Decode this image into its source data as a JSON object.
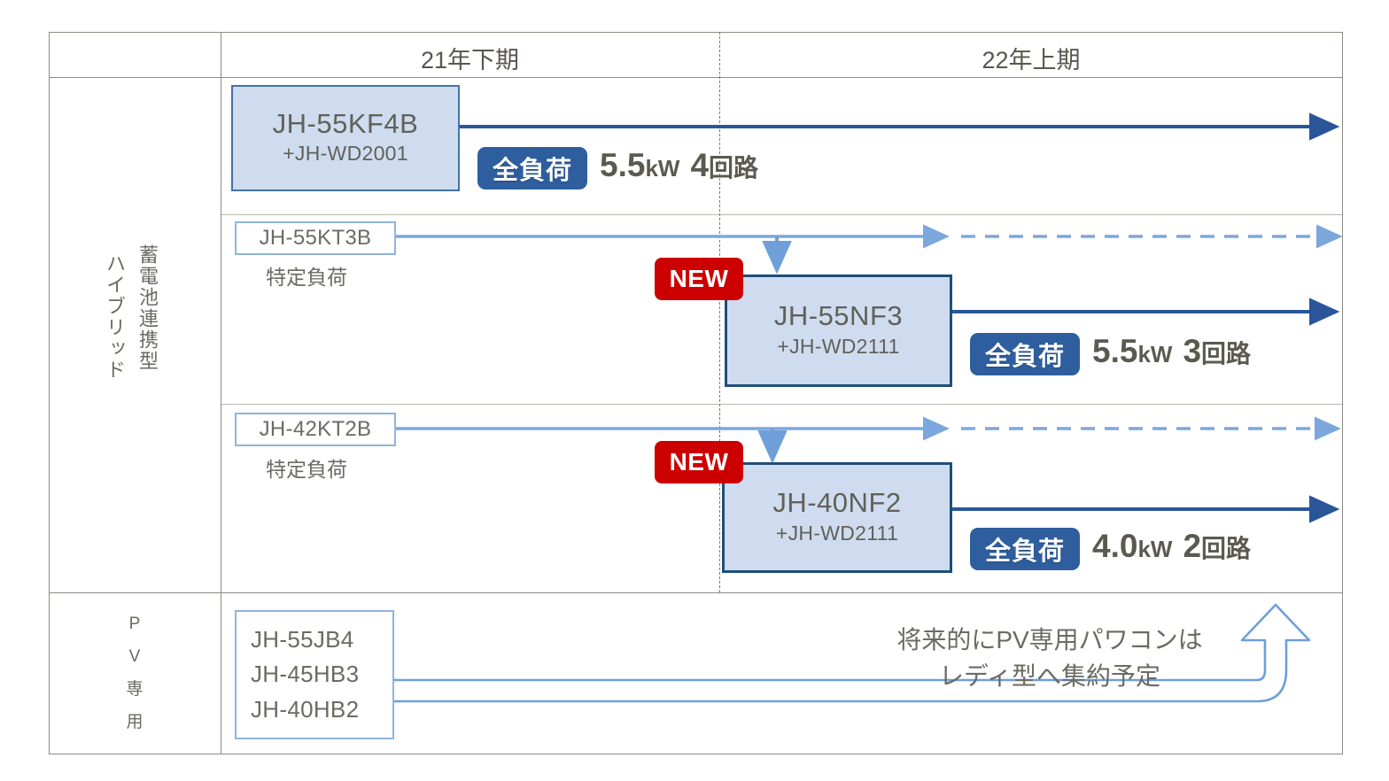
{
  "header": {
    "periods": [
      {
        "label": "21年下期"
      },
      {
        "label": "22年上期"
      }
    ]
  },
  "categories": [
    {
      "id": "hybrid",
      "label_right": "蓄電池連携型",
      "label_left": "ハイブリッド"
    },
    {
      "id": "pv",
      "label": "PV専用",
      "chars": [
        "P",
        "V",
        "専",
        "用"
      ]
    }
  ],
  "rows": [
    {
      "id": "row-55kf4b",
      "product": {
        "model": "JH-55KF4B",
        "sub_model": "+JH-WD2001"
      },
      "spec": {
        "load_badge": "全負荷",
        "power": "5.5",
        "power_unit": "kW",
        "circuits": "4",
        "circuits_unit": "回路"
      }
    },
    {
      "id": "row-55kt3b",
      "legacy": {
        "model": "JH-55KT3B",
        "load_type": "特定負荷"
      },
      "new_badge": "NEW",
      "product": {
        "model": "JH-55NF3",
        "sub_model": "+JH-WD2111"
      },
      "spec": {
        "load_badge": "全負荷",
        "power": "5.5",
        "power_unit": "kW",
        "circuits": "3",
        "circuits_unit": "回路"
      }
    },
    {
      "id": "row-42kt2b",
      "legacy": {
        "model": "JH-42KT2B",
        "load_type": "特定負荷"
      },
      "new_badge": "NEW",
      "product": {
        "model": "JH-40NF2",
        "sub_model": "+JH-WD2111"
      },
      "spec": {
        "load_badge": "全負荷",
        "power": "4.0",
        "power_unit": "kW",
        "circuits": "2",
        "circuits_unit": "回路"
      }
    }
  ],
  "pv_row": {
    "models": [
      "JH-55JB4",
      "JH-45HB3",
      "JH-40HB2"
    ],
    "annotation_line1": "将来的にPV専用パワコンは",
    "annotation_line2": "レディ型へ集約予定"
  },
  "colors": {
    "box_fill": "#cfdcef",
    "box_border": "#4472a8",
    "box_border_dark": "#1f4e79",
    "outline_border": "#8fb4de",
    "badge_blue": "#2e5e9e",
    "badge_red": "#cc0000",
    "arrow_light": "#7ba7dd",
    "arrow_dark": "#2a5699",
    "table_line": "#8d8b84",
    "text": "#6b6a63"
  }
}
